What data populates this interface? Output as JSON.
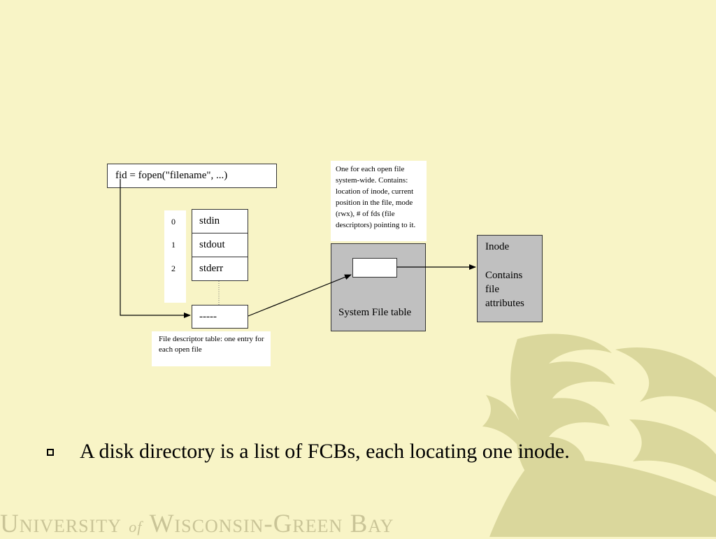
{
  "diagram": {
    "fopen_call": "fid = fopen(\"filename\", ...)",
    "fd_indices": [
      "0",
      "1",
      "2"
    ],
    "fd_entries": [
      "stdin",
      "stdout",
      "stderr"
    ],
    "fd_new_entry": "-----",
    "fd_table_caption": "File descriptor table: one entry for each open file",
    "sys_table_note": "One for each open file system-wide. Contains: location of inode, current position in the file, mode (rwx), # of fds (file descriptors) pointing to it.",
    "sys_table_label": "System File table",
    "inode_title": "Inode",
    "inode_desc": "Contains file attributes"
  },
  "bullet": {
    "text": "A disk directory is a list of FCBs, each locating one inode."
  },
  "footer": {
    "part1": "University",
    "of": "of",
    "part2": "Wisconsin-Green Bay"
  },
  "colors": {
    "background": "#f8f4c6",
    "system_table_fill": "#c0c0c0",
    "watermark": "#dad79c",
    "footer_text": "#c9c497"
  }
}
